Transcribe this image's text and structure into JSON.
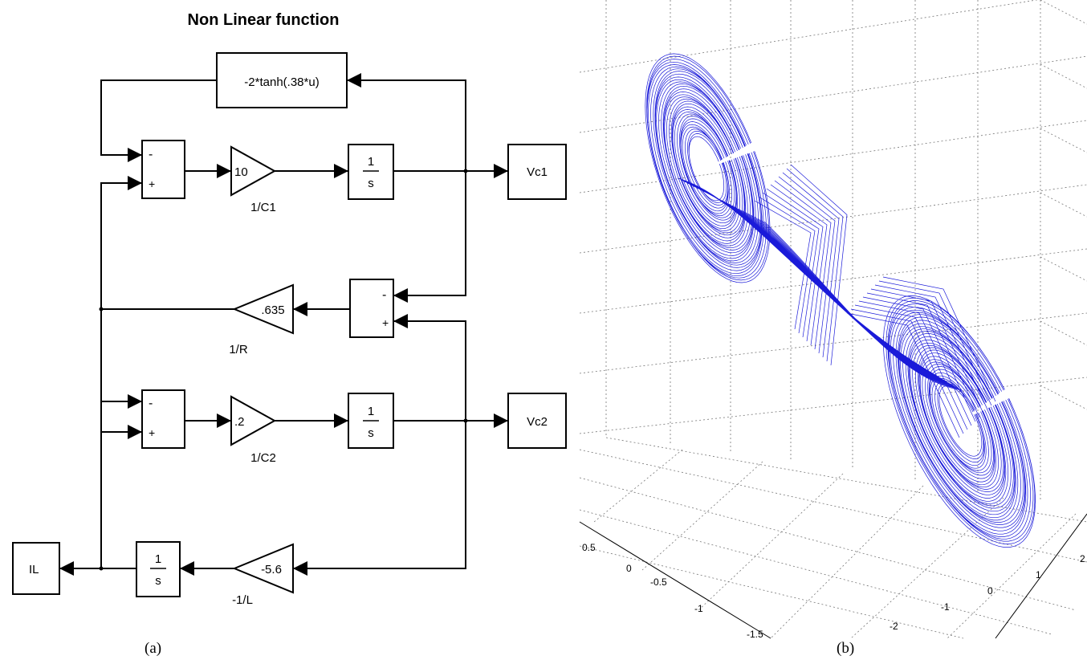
{
  "diagram": {
    "title": "Non Linear function",
    "nonlinear_block": "-2*tanh(.38*u)",
    "sum_signs": [
      "-",
      "+"
    ],
    "integrator": {
      "num": "1",
      "den": "s"
    },
    "gains": {
      "g1": {
        "value": "10",
        "label": "1/C1"
      },
      "g2": {
        "value": ".635",
        "label": "1/R"
      },
      "g3": {
        "value": ".2",
        "label": "1/C2"
      },
      "g4": {
        "value": "-5.6",
        "label": "-1/L"
      }
    },
    "outputs": {
      "vc1": "Vc1",
      "vc2": "Vc2",
      "il": "IL"
    }
  },
  "plot": {
    "type": "line3d",
    "line_color": "#1a1ad9",
    "grid": true,
    "axis_ticks_left": [
      "0.5",
      "0",
      "-0.5",
      "-1",
      "-1.5"
    ],
    "axis_ticks_right": [
      "2",
      "1",
      "0",
      "-1",
      "-2"
    ]
  },
  "captions": {
    "a": "(a)",
    "b": "(b)"
  }
}
